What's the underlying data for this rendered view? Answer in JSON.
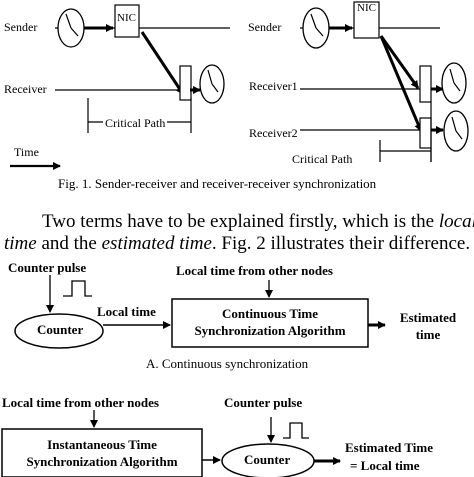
{
  "fig1": {
    "left": {
      "sender": "Sender",
      "receiver": "Receiver",
      "nic": "NIC",
      "critical_path": "Critical Path",
      "time": "Time"
    },
    "right": {
      "sender": "Sender",
      "receiver1": "Receiver1",
      "receiver2": "Receiver2",
      "nic": "NIC",
      "critical_path": "Critical Path"
    },
    "caption": "Fig. 1.  Sender-receiver and receiver-receiver synchronization"
  },
  "paragraph": {
    "line1_a": "Two terms have to be explained firstly, which is the ",
    "line1_b": "local",
    "line2_a": "time",
    "line2_b": " and the ",
    "line2_c": "estimated time",
    "line2_d": ". Fig. 2 illustrates their difference."
  },
  "fig2a": {
    "counter_pulse": "Counter pulse",
    "local_from_nodes": "Local time from other nodes",
    "local_time": "Local time",
    "counter": "Counter",
    "box_line1": "Continuous Time",
    "box_line2": "Synchronization Algorithm",
    "estimated_line1": "Estimated",
    "estimated_line2": "time",
    "caption": "A. Continuous synchronization"
  },
  "fig2b": {
    "local_from_nodes": "Local time from other nodes",
    "counter_pulse": "Counter pulse",
    "box_line1": "Instantaneous Time",
    "box_line2": "Synchronization Algorithm",
    "counter": "Counter",
    "estimated_line1": "Estimated Time",
    "estimated_line2": "=  Local time"
  }
}
